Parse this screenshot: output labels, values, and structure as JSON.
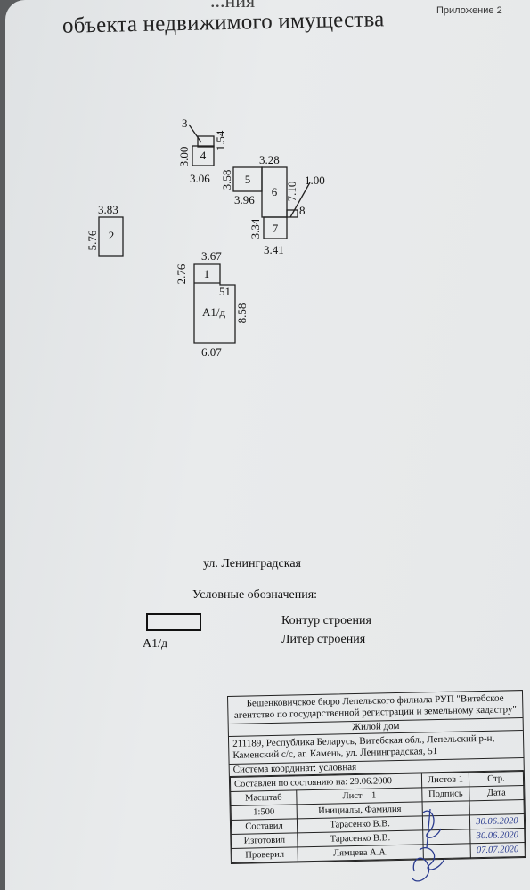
{
  "header": {
    "title_top": "...ния",
    "title": "объекта недвижимого имущества",
    "appendix": "Приложение 2"
  },
  "plan": {
    "rooms": {
      "r1": "1",
      "r2": "2",
      "r4": "4",
      "r5": "5",
      "r6": "6",
      "r7": "7",
      "r8": "8",
      "a1": "А1/д",
      "n51": "51",
      "n3": "3"
    },
    "dims": {
      "d383": "3.83",
      "d576": "5.76",
      "d300": "3.00",
      "d154": "1.54",
      "d306": "3.06",
      "d328": "3.28",
      "d358": "3.58",
      "d396": "3.96",
      "d710": "7.10",
      "d100": "1.00",
      "d334": "3.34",
      "d341": "3.41",
      "d367": "3.67",
      "d276": "2.76",
      "d858": "8.58",
      "d607": "6.07"
    }
  },
  "street": "ул. Ленинградская",
  "legend": {
    "title": "Условные обозначения:",
    "contour_label": "Контур строения",
    "litera_sample": "А1/д",
    "litera_label": "Литер строения"
  },
  "stamp": {
    "org": "Бешенковичское бюро Лепельского филиала РУП \"Витебское агентство по государственной регистрации и земельному кадастру\"",
    "object": "Жилой дом",
    "address": "211189, Республика Беларусь, Витебская обл., Лепельский р-н, Каменский с/с, аг. Камень, ул. Ленинградская, 51",
    "coords": "Система координат:  условная",
    "date_state": "Составлен по состоянию на: 29.06.2000",
    "sheets": "Листов 1",
    "page_label": "Стр.",
    "scale_label": "Масштаб",
    "sheet_label": "Лист",
    "sheet_num": "1",
    "scale": "1:500",
    "col_names": "Инициалы, Фамилия",
    "col_sign": "Подпись",
    "col_date": "Дата",
    "rows": [
      {
        "role": "Составил",
        "name": "Тарасенко В.В.",
        "date": "30.06.2020"
      },
      {
        "role": "Изготовил",
        "name": "Тарасенко В.В.",
        "date": "30.06.2020"
      },
      {
        "role": "Проверил",
        "name": "Лямцева А.А.",
        "date": "07.07.2020"
      }
    ]
  }
}
